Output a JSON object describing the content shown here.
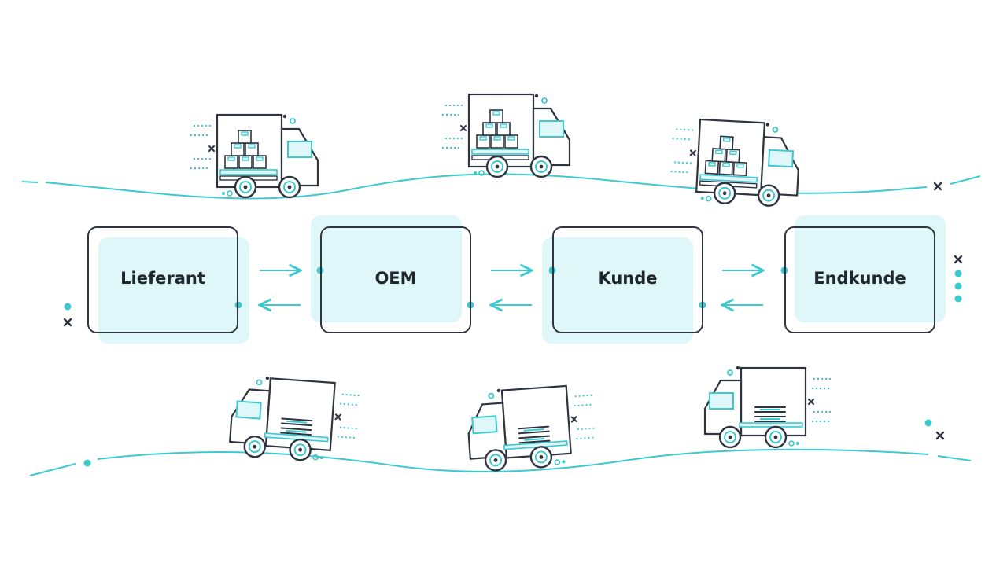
{
  "nodes": [
    {
      "id": "lieferant",
      "label": "Lieferant"
    },
    {
      "id": "oem",
      "label": "OEM"
    },
    {
      "id": "kunde",
      "label": "Kunde"
    },
    {
      "id": "endkunde",
      "label": "Endkunde"
    }
  ],
  "colors": {
    "accent": "#3fc9cf",
    "accent_light": "#dff7f8",
    "outline": "#2e3440"
  },
  "icons": {
    "truck_loaded": "truck-with-boxes-icon",
    "truck_flatbed": "truck-with-pallets-icon"
  }
}
